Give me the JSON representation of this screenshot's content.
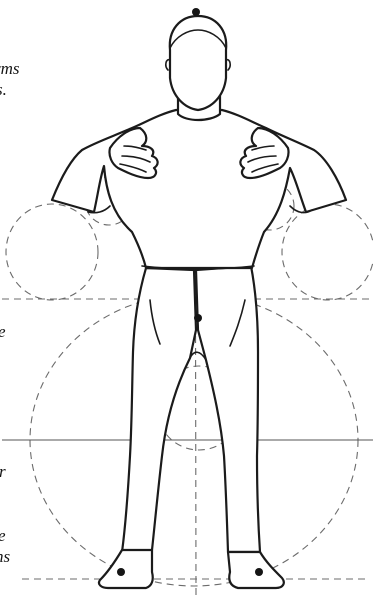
{
  "text_fragments": [
    {
      "id": "l1",
      "text": "rms"
    },
    {
      "id": "l2",
      "text": "s."
    },
    {
      "id": "l3",
      "text": "e"
    },
    {
      "id": "l4",
      "text": "r"
    },
    {
      "id": "l5",
      "text": "e"
    },
    {
      "id": "l6",
      "text": "ns"
    }
  ]
}
